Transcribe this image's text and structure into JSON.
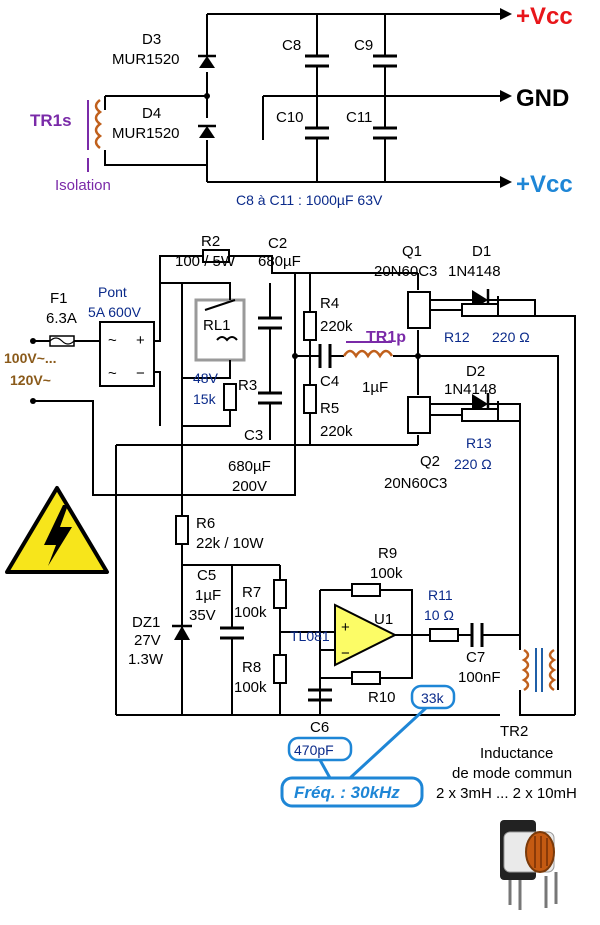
{
  "supply": {
    "vcc_top": "+Vcc",
    "gnd": "GND",
    "vcc_bottom": "+Vcc",
    "d3": "D3",
    "d3_part": "MUR1520",
    "d4": "D4",
    "d4_part": "MUR1520",
    "tr1s": "TR1s",
    "isolation": "Isolation",
    "c8": "C8",
    "c9": "C9",
    "c10": "C10",
    "c11": "C11",
    "cap_note": "C8 à C11 : 1000µF 63V",
    "vcc_top_color": "#e8161a",
    "vcc_bottom_color": "#1e86d6"
  },
  "input": {
    "f1": "F1",
    "f1_value": "6.3A",
    "pont": "Pont",
    "pont_value": "5A 600V",
    "mains_1": "100V~...",
    "mains_2": "120V~"
  },
  "bridge": {
    "r2": "R2",
    "r2_value": "100 / 5W",
    "c2": "C2",
    "c2_value": "680µF",
    "rl1": "RL1",
    "rl1_coil": "48V",
    "rl1_res": "15k",
    "r3": "R3",
    "c3": "C3",
    "c3_value": "680µF",
    "c3_voltage": "200V",
    "r4": "R4",
    "r4_value": "220k",
    "r5": "R5",
    "r5_value": "220k",
    "c4": "C4",
    "c4_value": "1µF",
    "tr1p": "TR1p",
    "q1": "Q1",
    "q1_part": "20N60C3",
    "q2": "Q2",
    "q2_part": "20N60C3",
    "d1": "D1",
    "d1_part": "1N4148",
    "d2": "D2",
    "d2_part": "1N4148",
    "r12": "R12",
    "r12_value": "220 Ω",
    "r13": "R13",
    "r13_value": "220 Ω"
  },
  "oscillator": {
    "r6": "R6",
    "r6_value": "22k / 10W",
    "c5": "C5",
    "c5_value": "1µF",
    "c5_voltage": "35V",
    "dz1": "DZ1",
    "dz1_value": "27V",
    "dz1_power": "1.3W",
    "r7": "R7",
    "r7_value": "100k",
    "r8": "R8",
    "r8_value": "100k",
    "tl081": "TL081",
    "u1": "U1",
    "r9": "R9",
    "r9_value": "100k",
    "r10": "R10",
    "r10_value": "33k",
    "r11": "R11",
    "r11_value": "10 Ω",
    "c6": "C6",
    "c6_value": "470pF",
    "c7": "C7",
    "c7_value": "100nF",
    "freq": "Fréq. : 30kHz"
  },
  "output": {
    "tr2": "TR2",
    "tr2_desc_1": "Inductance",
    "tr2_desc_2": "de mode commun",
    "tr2_desc_3": "2 x 3mH ... 2 x 10mH"
  }
}
